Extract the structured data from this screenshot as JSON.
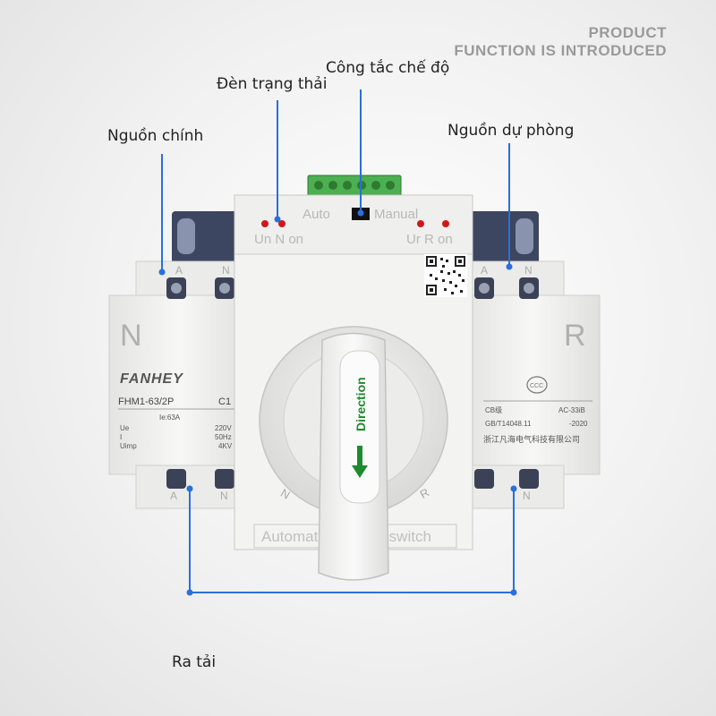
{
  "brand": {
    "title_line1": "PRODUCT",
    "title_line2": "FUNCTION IS INTRODUCED"
  },
  "callouts": {
    "main_source": "Nguồn chính",
    "status_light": "Đèn trạng thải",
    "mode_switch": "Công tắc chế độ",
    "backup_source": "Nguồn dự phòng",
    "load_output": "Ra tải"
  },
  "device": {
    "mode_auto": "Auto",
    "mode_manual": "Manual",
    "led_left": "Un N on",
    "led_right": "Ur R on",
    "left_letter": "N",
    "right_letter": "R",
    "terminal_a": "A",
    "terminal_n": "N",
    "brand_name": "FANHEY",
    "model": "FHM1-63/2P",
    "model_class": "C1",
    "rating": "Ie:63A",
    "spec_labels": [
      "Ue",
      "I",
      "Uimp"
    ],
    "spec_values": [
      "220V",
      "50Hz",
      "4KV"
    ],
    "cert": "CB级",
    "cert_class": "AC-33iB",
    "standard": "GB/T14048.11",
    "standard_year": "-2020",
    "maker": "浙江凡海电气科技有限公司",
    "handle_label": "Direction",
    "bottom_plate": "Automatic transfer switch",
    "dial_n": "N",
    "dial_r": "R"
  },
  "colors": {
    "callout_line": "#2a6fdb",
    "device_body": "#f2f2f0",
    "terminal_block": "#4caf50",
    "arrow_green": "#1f8a2e",
    "led_red": "#d01818"
  }
}
